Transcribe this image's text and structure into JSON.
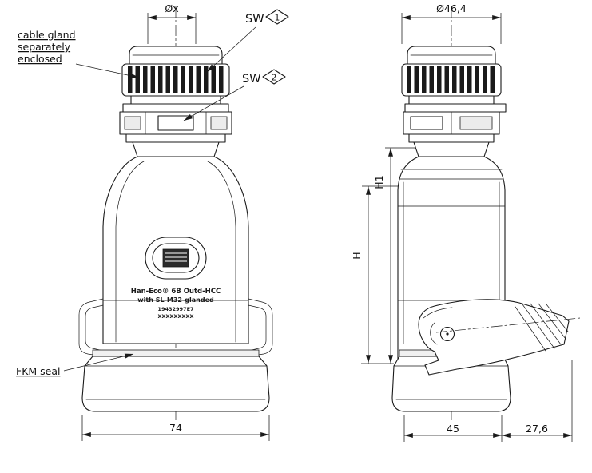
{
  "drawing_colors": {
    "line": "#1a1a1a",
    "background": "#ffffff"
  },
  "annotations": {
    "cable_gland": {
      "line1": "cable gland",
      "line2": "separately",
      "line3": "enclosed"
    },
    "fkm_seal": "FKM seal",
    "sw1": {
      "label": "SW",
      "index": "1"
    },
    "sw2": {
      "label": "SW",
      "index": "2"
    }
  },
  "dimensions": {
    "front_gland_bore": "Øx",
    "front_width": "74",
    "side_gland_diameter": "Ø46,4",
    "height_total": "H1",
    "height_housing": "H",
    "side_width": "45",
    "lever_overhang": "27,6"
  },
  "marking": {
    "line1": "Han-Eco® 6B Outd-HCC",
    "line2": "with SL-M32-glanded",
    "line3": "19432997E7",
    "line4": "XXXXXXXXX"
  }
}
